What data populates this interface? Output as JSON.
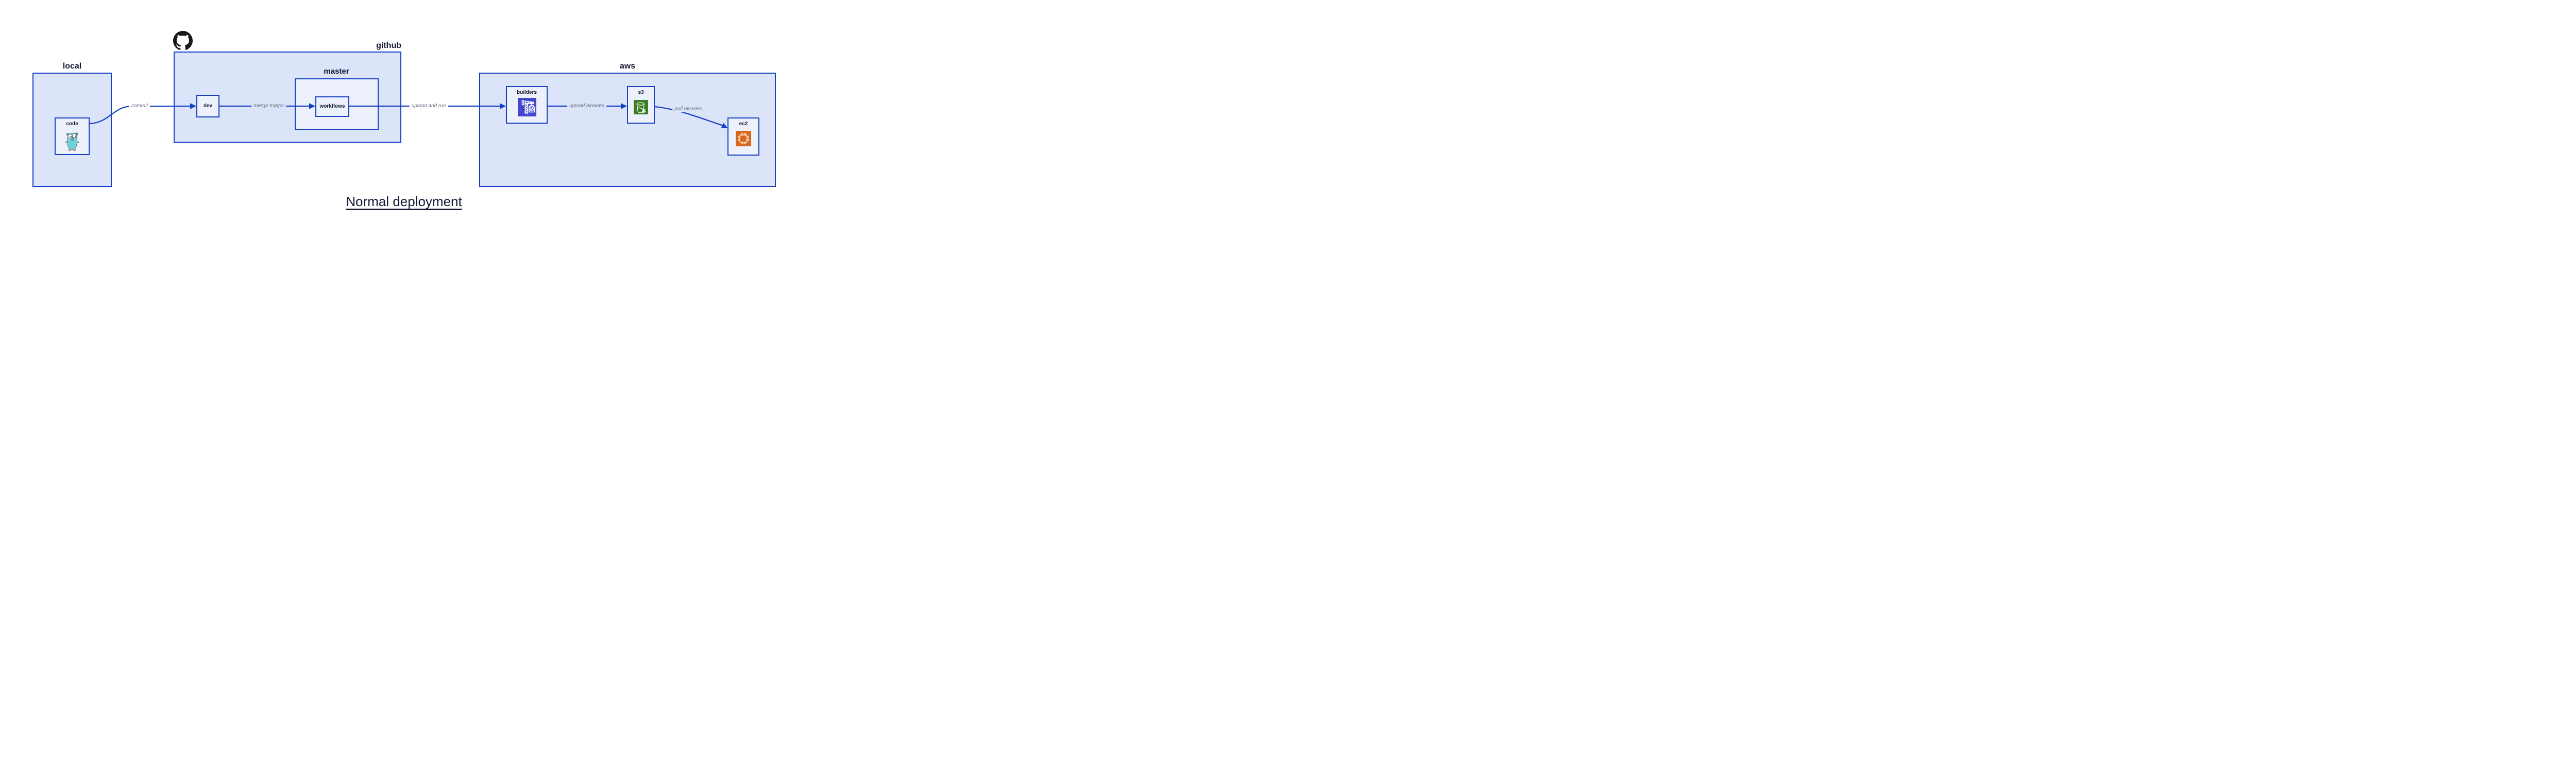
{
  "title": {
    "text": "Normal deployment"
  },
  "containers": {
    "local": {
      "label": "local"
    },
    "github": {
      "label": "github",
      "logo_icon": "github-octocat-icon"
    },
    "master": {
      "label": "master"
    },
    "aws": {
      "label": "aws"
    }
  },
  "nodes": {
    "code": {
      "label": "code",
      "icon": "go-gopher-icon",
      "parent": "local"
    },
    "dev": {
      "label": "dev",
      "parent": "github"
    },
    "workflows": {
      "label": "workflows",
      "parent": "master"
    },
    "builders": {
      "label": "builders",
      "icon": "aws-codebuild-icon",
      "parent": "aws"
    },
    "s3": {
      "label": "s3",
      "icon": "aws-s3-bucket-icon",
      "parent": "aws"
    },
    "ec2": {
      "label": "ec2",
      "icon": "aws-ec2-chip-icon",
      "parent": "aws"
    }
  },
  "edges": {
    "commit": {
      "label": "commit",
      "from": "code",
      "to": "dev"
    },
    "merge_trigger": {
      "label": "merge trigger",
      "from": "dev",
      "to": "workflows"
    },
    "upload_and_run": {
      "label": "upload and run",
      "from": "workflows",
      "to": "builders"
    },
    "upload_binaries": {
      "label": "upload binaries",
      "from": "builders",
      "to": "s3"
    },
    "pull_binaries": {
      "label": "pull binaries",
      "from": "s3",
      "to": "ec2"
    }
  },
  "colors": {
    "border_blue": "#1540c2",
    "container_fill": "#dce4fa",
    "node_fill": "#edf1fc",
    "text_navy": "#121832",
    "edge_label_gray": "#6a7282",
    "codebuild_purple": "#4447cc",
    "s3_green": "#3a7d22",
    "ec2_orange": "#d9671a",
    "gopher_teal": "#6dd3e0",
    "github_black": "#191717",
    "canvas_background": "#ffffff"
  }
}
